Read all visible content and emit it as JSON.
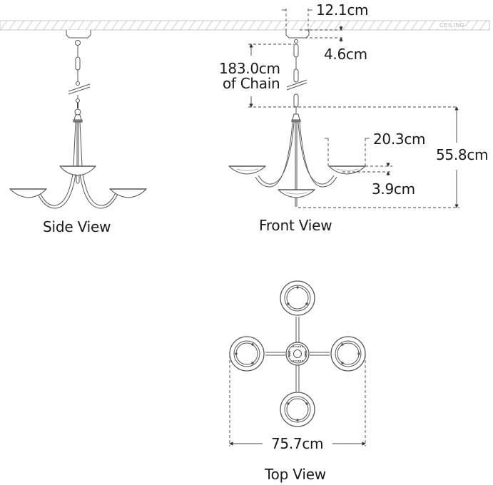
{
  "ceiling": {
    "label": "CEILING",
    "hatch_color": "#bdbdbd"
  },
  "views": {
    "side": {
      "label": "Side View"
    },
    "front": {
      "label": "Front View"
    },
    "top": {
      "label": "Top View"
    }
  },
  "dimensions": {
    "canopy_width": "12.1cm",
    "canopy_height": "4.6cm",
    "chain_length": "183.0cm",
    "chain_suffix": "of Chain",
    "fixture_height": "55.8cm",
    "shade_width": "20.3cm",
    "shade_depth": "3.9cm",
    "overall_width": "75.7cm"
  },
  "colors": {
    "line": "#555555",
    "text": "#1a1a1a",
    "dash": "#444444",
    "background": "#ffffff"
  }
}
